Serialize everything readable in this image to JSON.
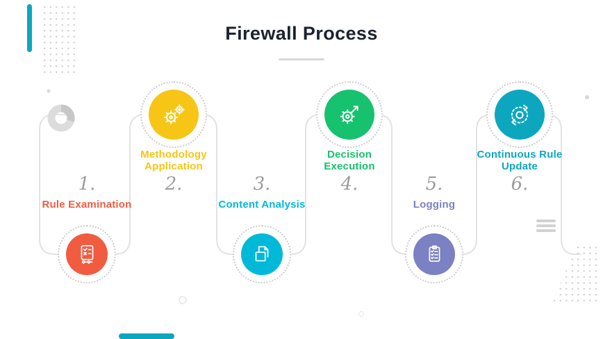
{
  "title": "Firewall Process",
  "accent_color": "#0ca7bf",
  "steps": [
    {
      "number": "1.",
      "label": "Rule Examination",
      "color": "#f15b40",
      "icon": "checklist-icon"
    },
    {
      "number": "2.",
      "label": "Methodology Application",
      "color": "#f6c516",
      "icon": "gears-icon"
    },
    {
      "number": "3.",
      "label": "Content Analysis",
      "color": "#00b9d8",
      "icon": "documents-icon"
    },
    {
      "number": "4.",
      "label": "Decision Execution",
      "color": "#17c26e",
      "icon": "gear-arrow-icon"
    },
    {
      "number": "5.",
      "label": "Logging",
      "color": "#7c81c4",
      "icon": "log-list-icon"
    },
    {
      "number": "6.",
      "label": "Continuous Rule Update",
      "color": "#0ca7bf",
      "icon": "cycle-icon"
    }
  ]
}
